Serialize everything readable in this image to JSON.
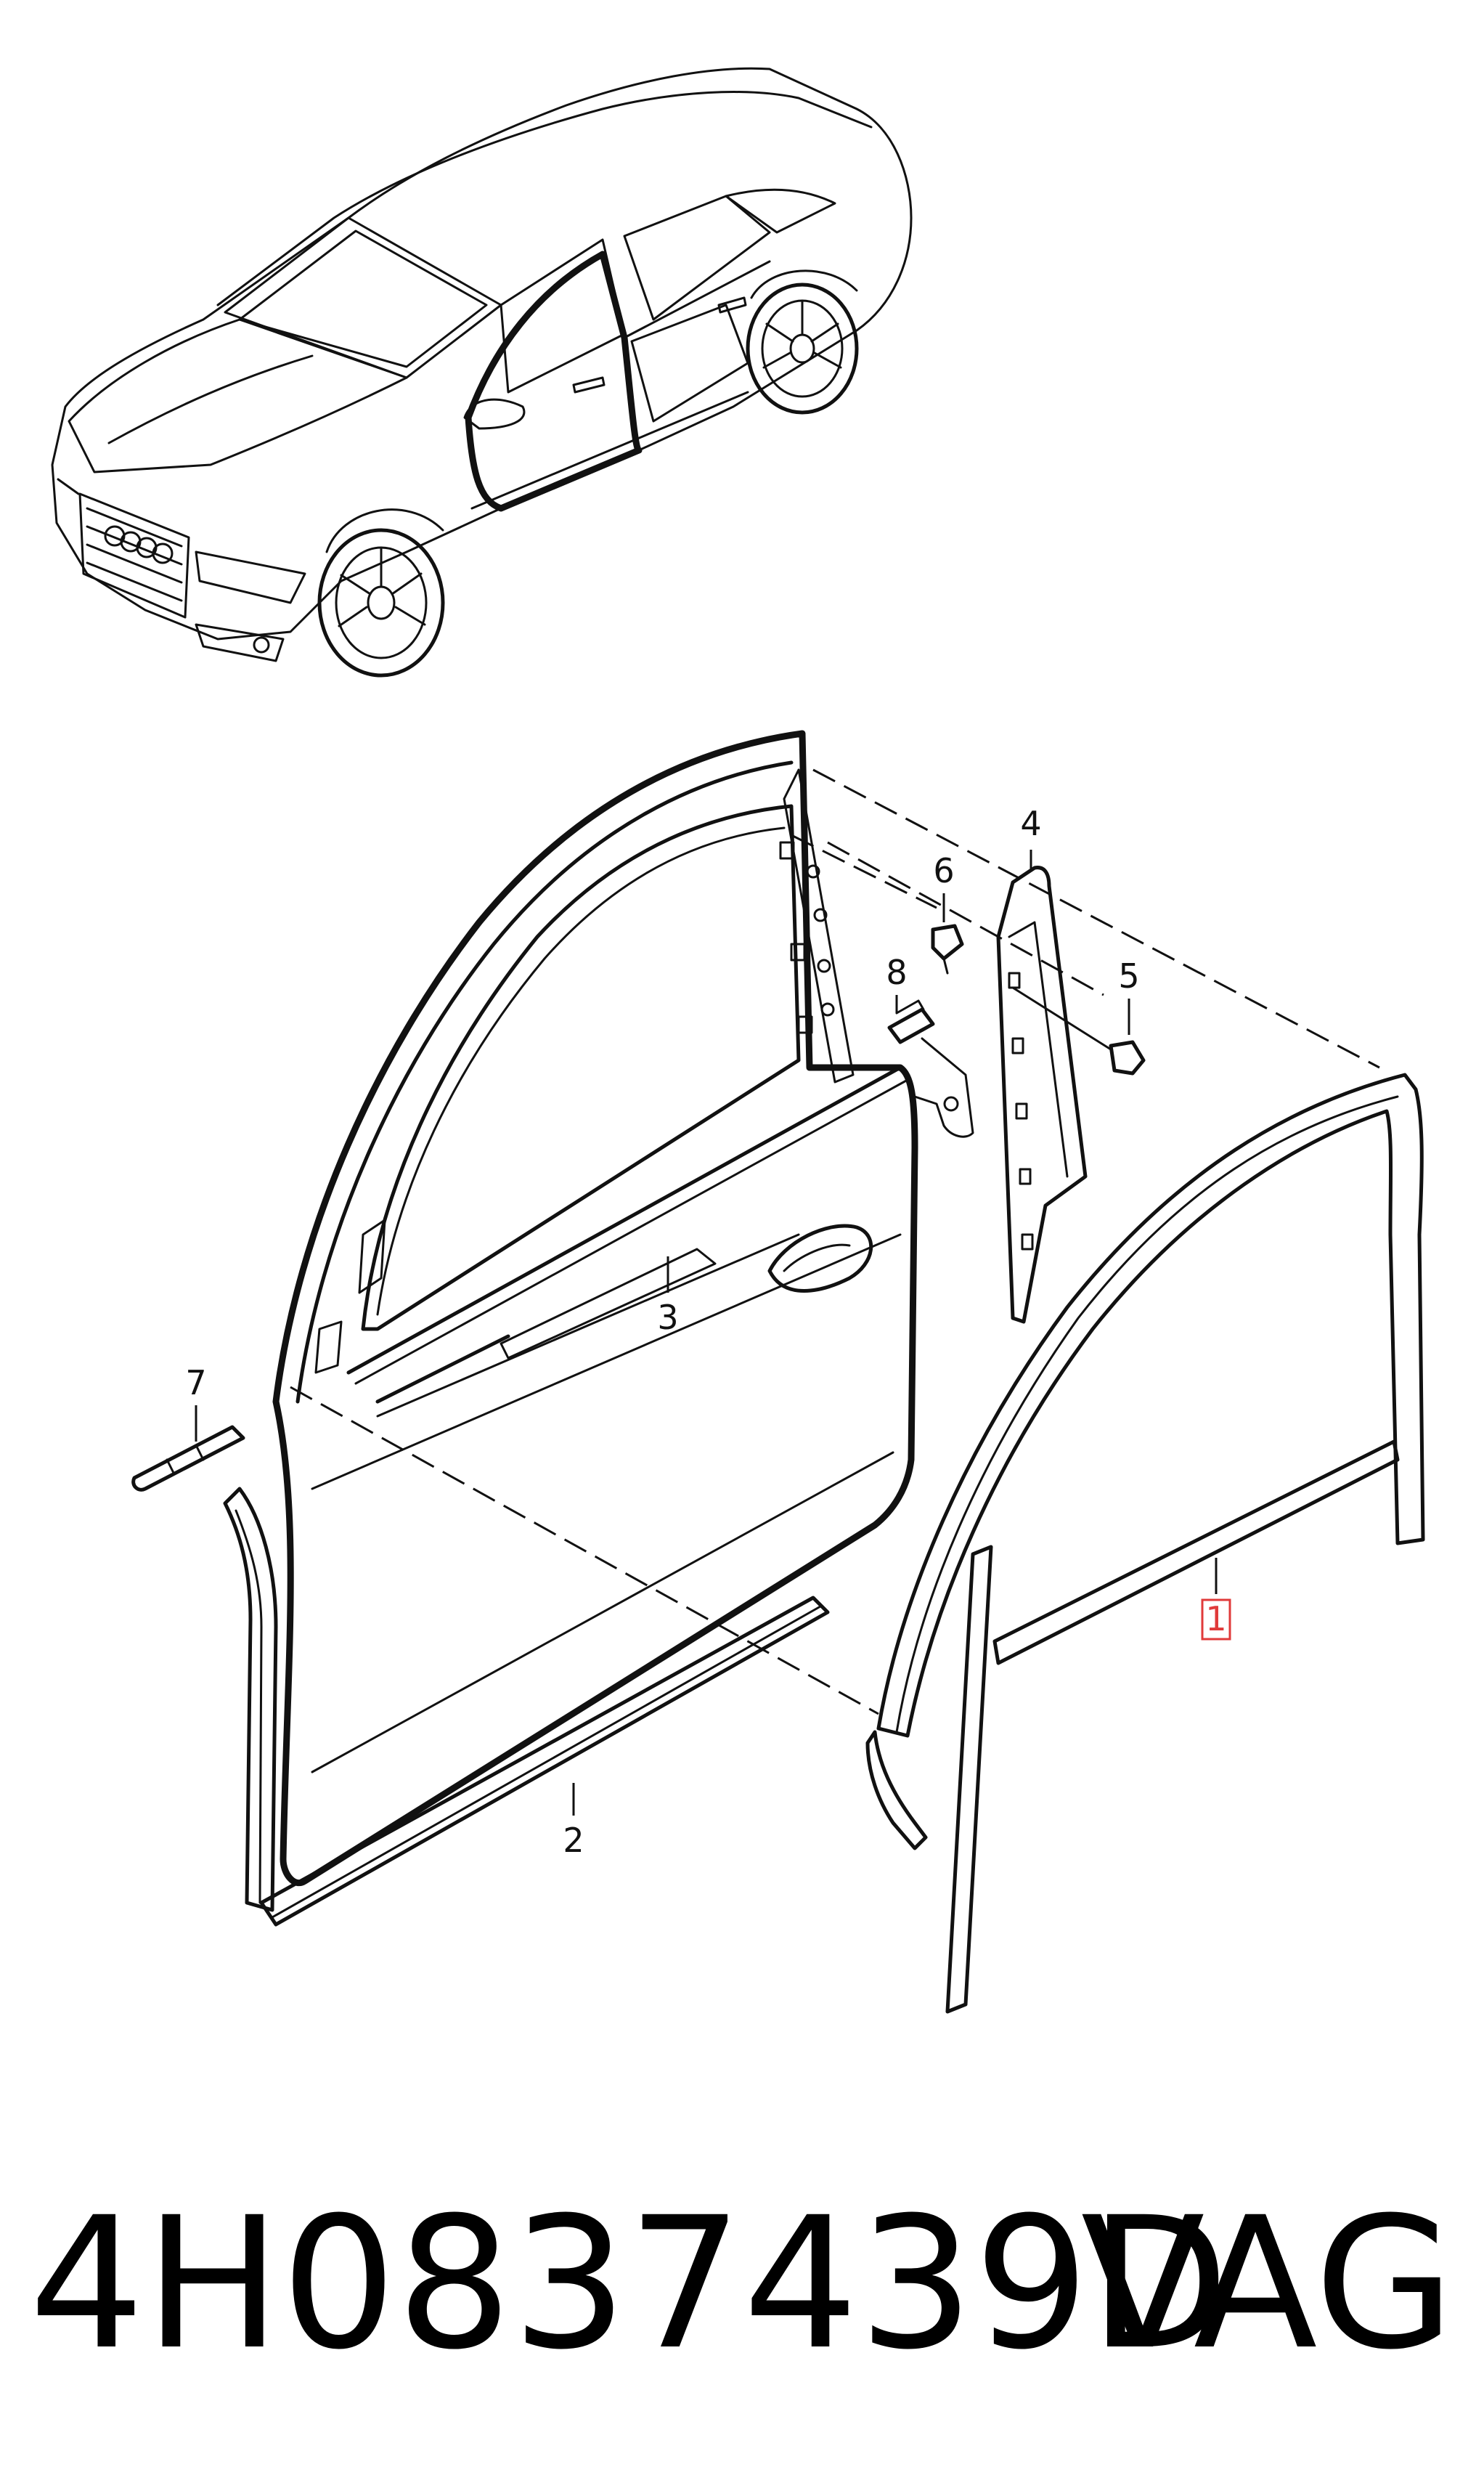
{
  "diagram": {
    "callouts": {
      "c1": "1",
      "c2": "2",
      "c3": "3",
      "c4": "4",
      "c5": "5",
      "c6": "6",
      "c7": "7",
      "c8": "8"
    },
    "highlighted_callout": "1",
    "highlight_color": "#e03a3a",
    "icons": [
      "car-illustration",
      "door-shell",
      "window-seal",
      "pillar-trim",
      "screw",
      "clip",
      "door-seal",
      "sill-seal"
    ]
  },
  "footer": {
    "part_number": "4H0837439D",
    "brand": "VAG"
  }
}
